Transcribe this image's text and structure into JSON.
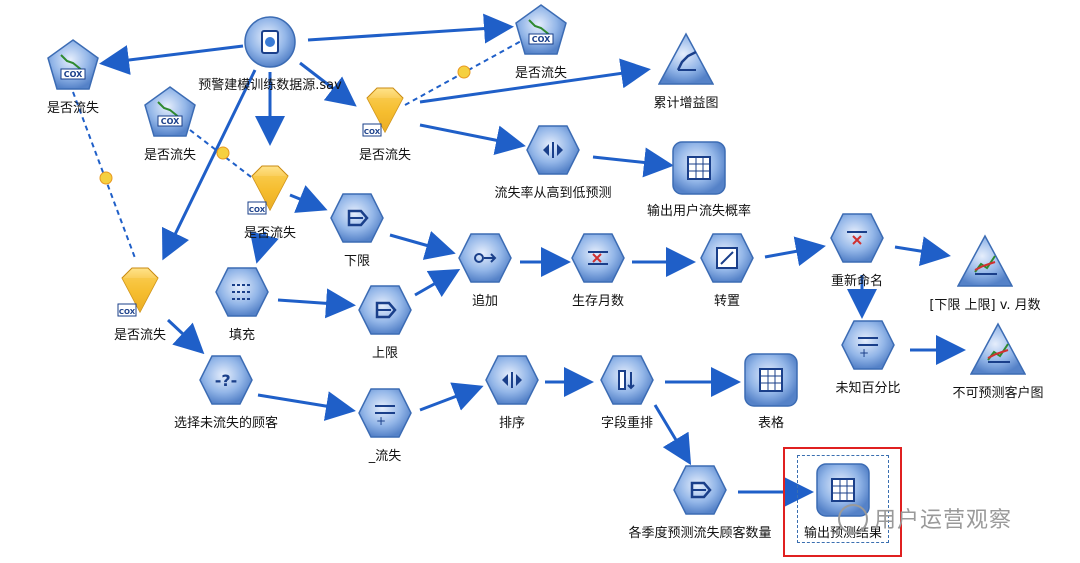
{
  "nodes": {
    "cox_topright": "是否流失",
    "cox_left": "是否流失",
    "cox_mid": "是否流失",
    "source": "预警建模训练数据源.sav",
    "gem_top": "是否流失",
    "gem_mid": "是否流失",
    "gem_left": "是否流失",
    "cumgain": "累计增益图",
    "sort_top": "流失率从高到低预测",
    "table_top": "输出用户流失概率",
    "lower": "下限",
    "upper": "上限",
    "fill": "填充",
    "append": "追加",
    "survival": "生存月数",
    "transpose": "转置",
    "rename": "重新命名",
    "plot_limits": "[下限 上限] v. 月数",
    "unknown_pct": "未知百分比",
    "unpredict_plot": "不可预测客户图",
    "select": "选择未流失的顾客",
    "nochurn": "_流失",
    "sort_bottom": "排序",
    "reorder": "字段重排",
    "table_bottom": "表格",
    "quarter": "各季度预测流失顾客数量",
    "output_result": "输出预测结果"
  },
  "watermark": "用户运营观察",
  "colors": {
    "edge": "#1f5fc8",
    "node_fill": "#5b8fd8",
    "node_dark": "#2a5aa8",
    "gem": "#f2b01e",
    "highlight": "#e02020"
  }
}
